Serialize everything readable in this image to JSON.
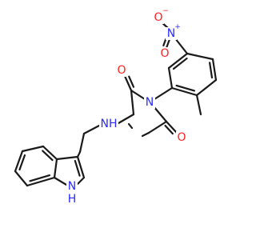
{
  "colors": {
    "bond": "#1a1a1a",
    "nitrogen": "#2a2aff",
    "oxygen": "#ff2020"
  },
  "labels": {
    "nitro_n": "N",
    "nitro_n_charge": "+",
    "nitro_o_top": "O",
    "nitro_o_top_charge": "−",
    "nitro_o_bottom": "O",
    "imide_n": "N",
    "carbonyl_o_upper": "O",
    "carbonyl_o_lower": "O",
    "amine_nh": "NH",
    "indole_nh": "N",
    "indole_h": "H"
  }
}
